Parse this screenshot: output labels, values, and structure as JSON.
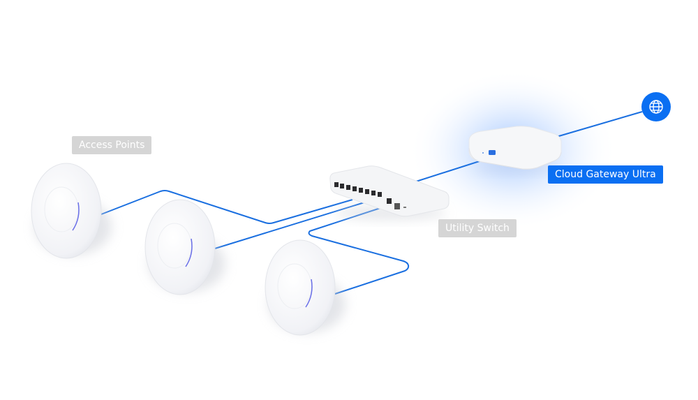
{
  "labels": {
    "access_points": "Access Points",
    "utility_switch": "Utility Switch",
    "cloud_gateway": "Cloud Gateway Ultra"
  },
  "icons": {
    "internet": "globe-icon"
  },
  "colors": {
    "link": "#1a6fe0",
    "accent": "#0a6ff2",
    "label_gray": "#d5d5d5",
    "led": "#6a6fe8"
  }
}
